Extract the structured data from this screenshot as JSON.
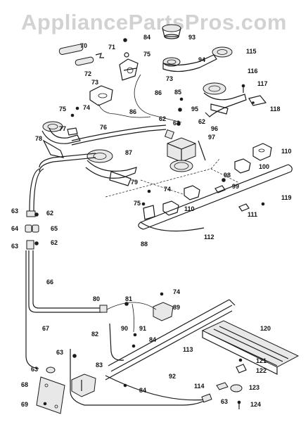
{
  "watermark": "AppliancePartsPros.com",
  "part_labels": [
    "70",
    "71",
    "84",
    "75",
    "72",
    "93",
    "94",
    "115",
    "116",
    "117",
    "73",
    "73",
    "85",
    "86",
    "95",
    "74",
    "75",
    "118",
    "77",
    "76",
    "86",
    "62",
    "63",
    "62",
    "96",
    "78",
    "87",
    "97",
    "110",
    "79",
    "100",
    "98",
    "99",
    "74",
    "119",
    "75",
    "110",
    "111",
    "62",
    "63",
    "64",
    "65",
    "88",
    "112",
    "62",
    "63",
    "66",
    "74",
    "80",
    "81",
    "89",
    "90",
    "91",
    "84",
    "67",
    "82",
    "113",
    "120",
    "63",
    "121",
    "122",
    "83",
    "63",
    "84",
    "92",
    "114",
    "123",
    "68",
    "69",
    "63",
    "124"
  ]
}
